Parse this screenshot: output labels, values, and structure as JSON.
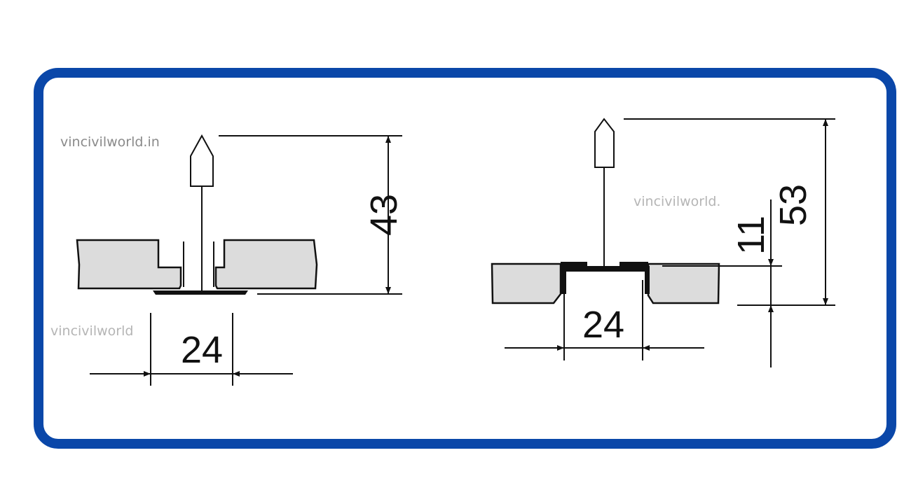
{
  "frame": {
    "border_color": "#0a47a9"
  },
  "watermarks": [
    "vincivilworld.in",
    "vincivilworld",
    "vincivilworld."
  ],
  "left_diagram": {
    "height_dim": "43",
    "width_dim": "24"
  },
  "right_diagram": {
    "height_dim": "53",
    "flange_dim": "11",
    "width_dim": "24"
  }
}
